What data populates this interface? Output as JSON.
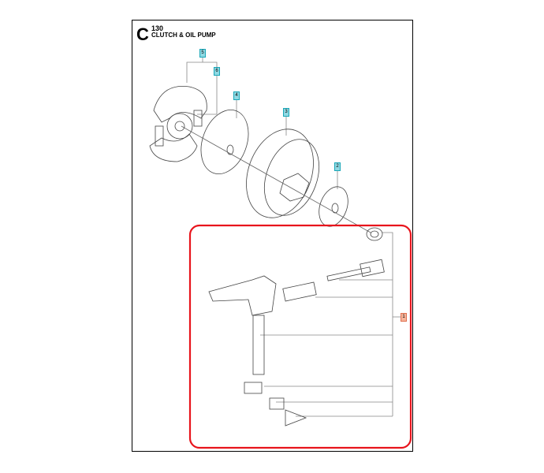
{
  "diagram": {
    "section": "C",
    "page_number": "130",
    "title": "CLUTCH & OIL PUMP",
    "callouts": [
      "5",
      "6",
      "4",
      "3",
      "2",
      "1"
    ],
    "colors": {
      "callout": "#8fd8e2",
      "kit_callout": "#f6b49a",
      "highlight": "#e8141c"
    }
  }
}
